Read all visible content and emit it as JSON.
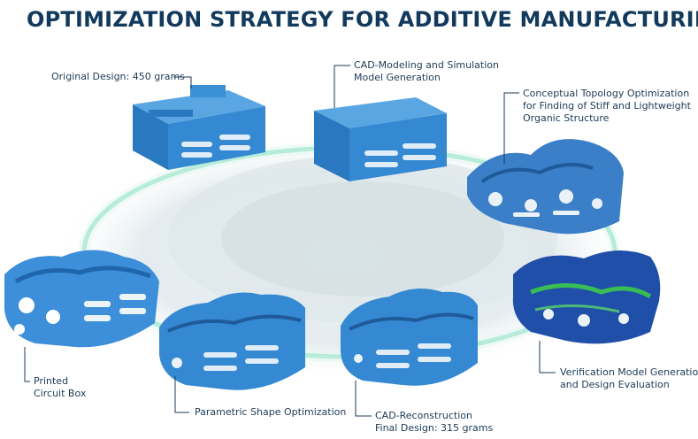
{
  "title": "OPTIMIZATION STRATEGY FOR ADDITIVE MANUFACTURING",
  "colors": {
    "title": "#123a5c",
    "part_blue": "#2f83cf",
    "ring": "#9ee3cc",
    "stress_green": "#3dc94a"
  },
  "steps": [
    {
      "label": "Original Design: 450 grams"
    },
    {
      "label_line1": "CAD-Modeling and Simulation",
      "label_line2": "Model Generation"
    },
    {
      "label_line1": "Conceptual Topology Optimization",
      "label_line2": "for Finding of Stiff and Lightweight",
      "label_line3": "Organic Structure"
    },
    {
      "label_line1": "Verification Model Generation",
      "label_line2": "and Design Evaluation"
    },
    {
      "label_line1": "CAD-Reconstruction",
      "label_line2": "Final Design: 315 grams"
    },
    {
      "label": "Parametric Shape Optimization"
    },
    {
      "label_line1": "Printed",
      "label_line2": "Circuit Box"
    }
  ]
}
